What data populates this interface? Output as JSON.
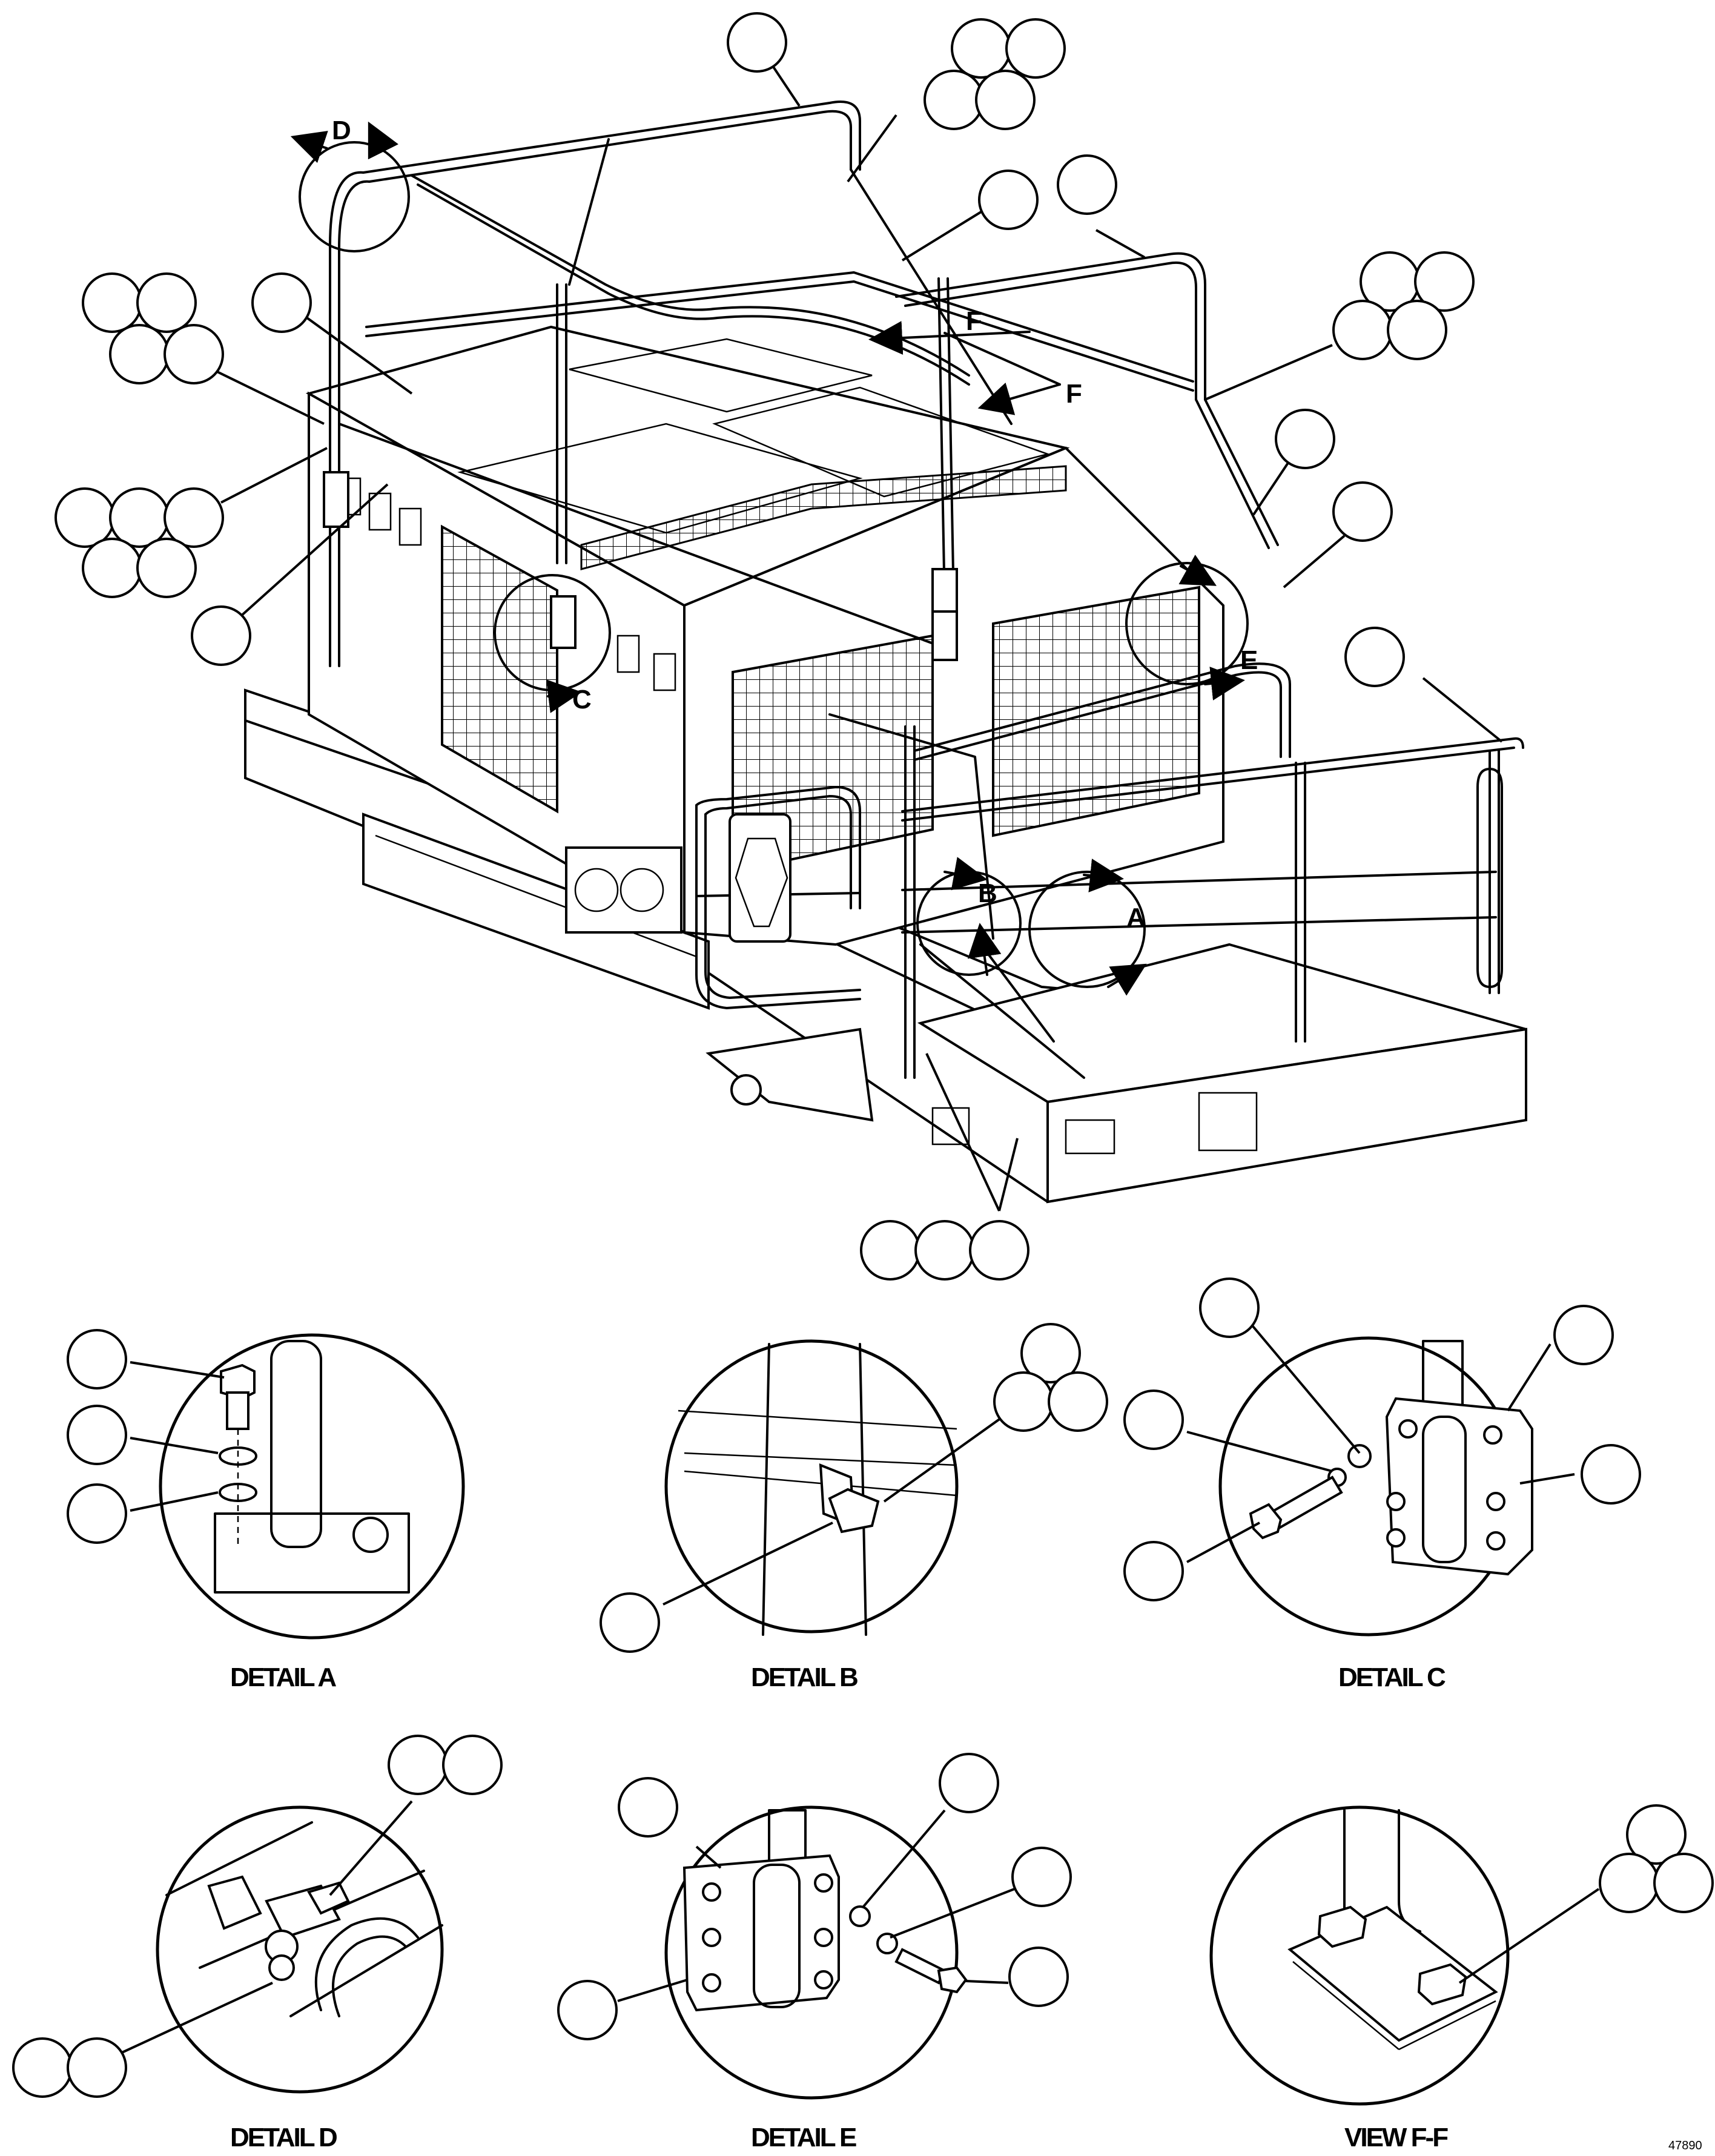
{
  "view_letters": [
    "A",
    "B",
    "C",
    "D",
    "E",
    "F",
    "F"
  ],
  "captions": [
    "DETAIL A",
    "DETAIL B",
    "DETAIL C",
    "DETAIL D",
    "DETAIL E",
    "VIEW F-F"
  ],
  "doc_number": "47890"
}
